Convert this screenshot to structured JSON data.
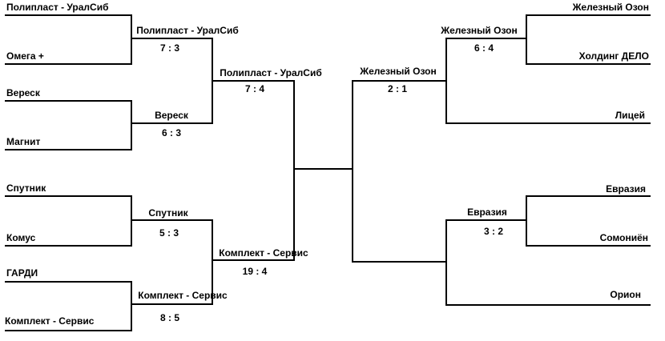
{
  "bracket": {
    "left": {
      "r1": [
        {
          "top": "Полипласт - УралСиб",
          "bottom": "Омега +"
        },
        {
          "top": "Вереск",
          "bottom": "Магнит"
        },
        {
          "top": "Спутник",
          "bottom": "Комус"
        },
        {
          "top": "ГАРДИ",
          "bottom": "Комплект - Сервис"
        }
      ],
      "r2": [
        {
          "winner": "Полипласт - УралСиб",
          "score": "7 : 3"
        },
        {
          "winner": "Вереск",
          "score": "6 : 3"
        },
        {
          "winner": "Спутник",
          "score": "5 : 3"
        },
        {
          "winner": "Комплект - Сервис",
          "score": "8 : 5"
        }
      ],
      "r3": [
        {
          "winner": "Полипласт - УралСиб",
          "score": "7 : 4"
        },
        {
          "winner": "Комплект - Сервис",
          "score": "19 : 4"
        }
      ]
    },
    "right": {
      "r1": [
        {
          "top": "Железный Озон",
          "bottom": "Холдинг ДЕЛО"
        },
        {
          "top": "Евразия",
          "bottom": "Сомониён"
        }
      ],
      "byes": [
        "Лицей",
        "Орион"
      ],
      "r2": [
        {
          "winner": "Железный Озон",
          "score": "6 : 4"
        },
        {
          "winner": "Евразия",
          "score": "3 : 2"
        }
      ],
      "r3": [
        {
          "winner": "Железный Озон",
          "score": "2 : 1"
        }
      ]
    }
  }
}
